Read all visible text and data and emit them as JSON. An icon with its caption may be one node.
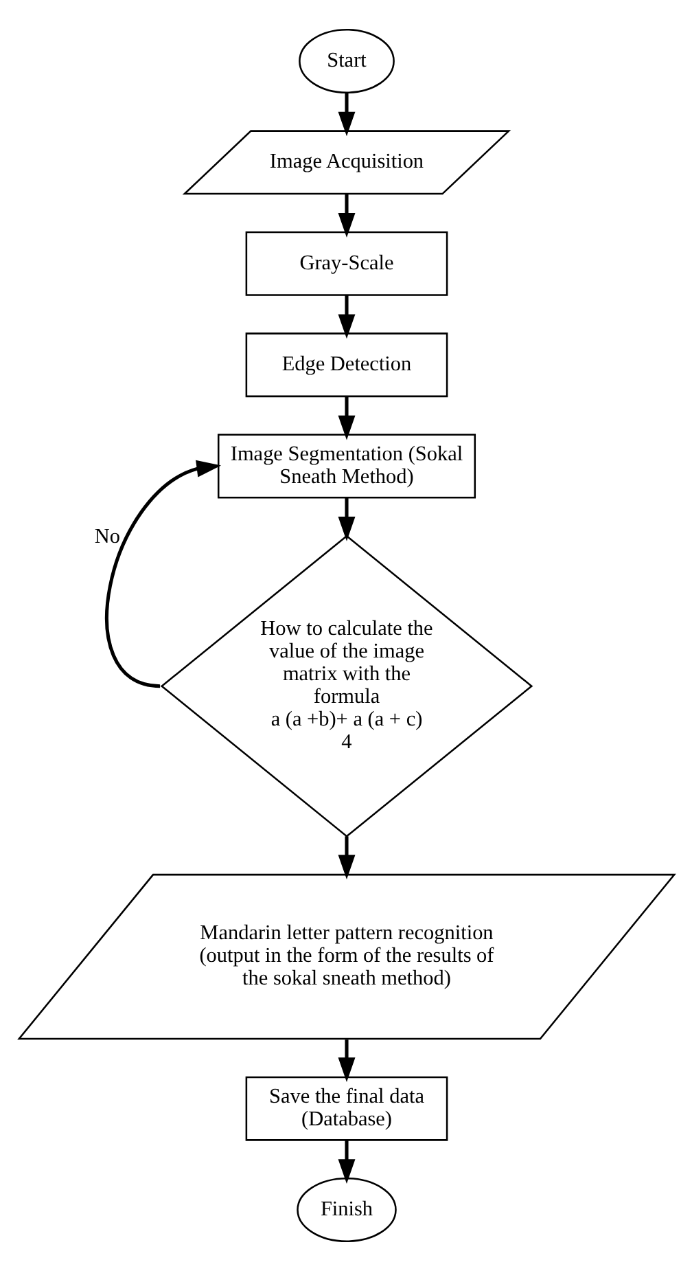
{
  "diagram": {
    "nodes": [
      {
        "text": [
          "Start"
        ]
      },
      {
        "text": [
          "Image Acquisition"
        ]
      },
      {
        "text": [
          "Gray-Scale"
        ]
      },
      {
        "text": [
          "Edge Detection"
        ]
      },
      {
        "text": [
          "Image Segmentation (Sokal Sneath Method)"
        ]
      },
      {
        "text": [
          "How to calculate the value of the image matrix with the formula",
          "a (a +b)+ a (a + c)",
          "4"
        ]
      },
      {
        "text": [
          "Mandarin letter pattern recognition (output in the form of the results of the sokal sneath method)"
        ]
      },
      {
        "text": [
          "Save the final data (Database)"
        ]
      },
      {
        "text": [
          "Finish"
        ]
      }
    ],
    "edges": [
      {
        "from": 0,
        "to": 1,
        "arrow": "to"
      },
      {
        "from": 1,
        "to": 2,
        "arrow": "to"
      },
      {
        "from": 2,
        "to": 3,
        "arrow": "to"
      },
      {
        "from": 3,
        "to": 4,
        "arrow": "to"
      },
      {
        "from": 4,
        "to": 5,
        "arrow": "to"
      },
      {
        "from": 5,
        "to": 4,
        "arrow": "to",
        "label": "No"
      },
      {
        "from": 5,
        "to": 6,
        "arrow": "to"
      },
      {
        "from": 6,
        "to": 7,
        "arrow": "to"
      },
      {
        "from": 7,
        "to": 8,
        "arrow": "to"
      }
    ]
  }
}
